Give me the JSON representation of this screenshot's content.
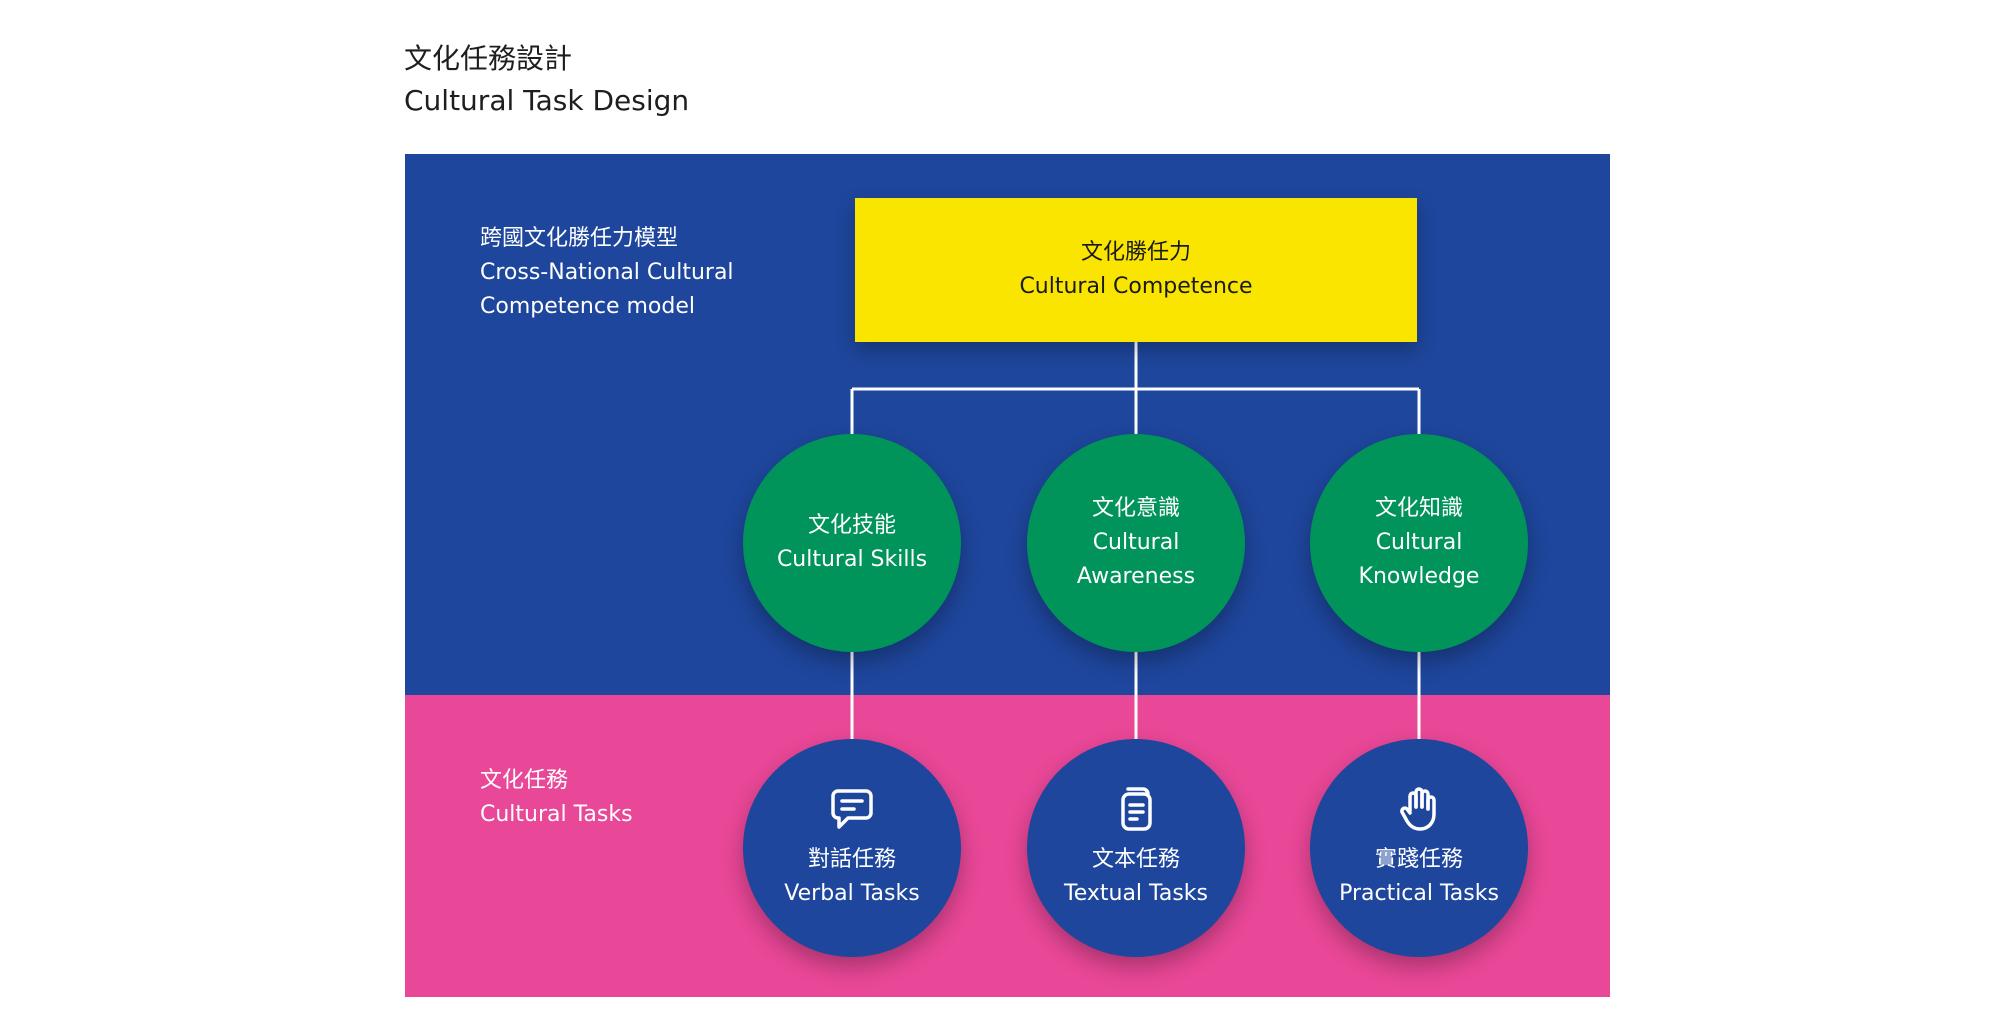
{
  "heading": {
    "title_zh": "文化任務設計",
    "title_en": "Cultural Task Design"
  },
  "model_label": {
    "zh": "跨國文化勝任力模型",
    "en_line1": "Cross-National Cultural",
    "en_line2": "Competence model"
  },
  "tasks_label": {
    "zh": "文化任務",
    "en": "Cultural Tasks"
  },
  "competence": {
    "zh": "文化勝任力",
    "en": "Cultural Competence"
  },
  "dimensions": [
    {
      "zh": "文化技能",
      "en_line1": "Cultural Skills",
      "en_line2": ""
    },
    {
      "zh": "文化意識",
      "en_line1": "Cultural",
      "en_line2": "Awareness"
    },
    {
      "zh": "文化知識",
      "en_line1": "Cultural",
      "en_line2": "Knowledge"
    }
  ],
  "tasks": [
    {
      "zh": "對話任務",
      "en": "Verbal Tasks",
      "icon": "chat-icon"
    },
    {
      "zh": "文本任務",
      "en": "Textual Tasks",
      "icon": "document-icon"
    },
    {
      "zh": "實踐任務",
      "en": "Practical Tasks",
      "icon": "hand-icon"
    }
  ],
  "colors": {
    "top_band": "#1e469c",
    "bottom_band": "#e94797",
    "competence_box": "#f9e500",
    "dimension_circle": "#00935a",
    "task_circle": "#1e469c",
    "connector": "#ffffff"
  }
}
